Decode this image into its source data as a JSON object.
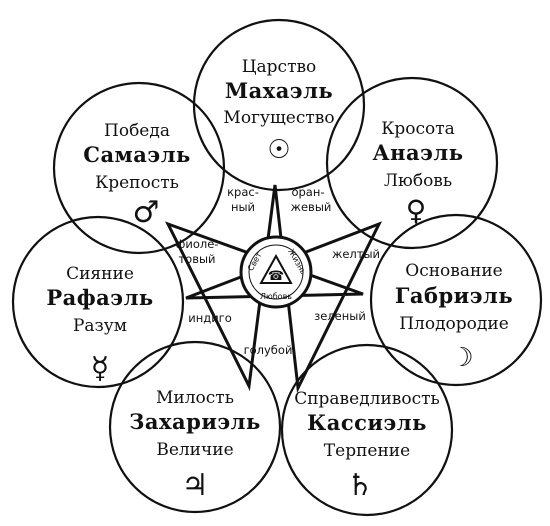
{
  "circles": [
    {
      "id": "top",
      "virtue": "Царство",
      "angel": "Махаэль",
      "quality": "Могущество",
      "symbol": "☉",
      "symbol_name": "sun-symbol-icon"
    },
    {
      "id": "top-right",
      "virtue": "Кросота",
      "angel": "Анаэль",
      "quality": "Любовь",
      "symbol": "♀",
      "symbol_name": "venus-symbol-icon"
    },
    {
      "id": "right",
      "virtue": "Основание",
      "angel": "Габриэль",
      "quality": "Плодородие",
      "symbol": "☽",
      "symbol_name": "moon-symbol-icon"
    },
    {
      "id": "bottom-right",
      "virtue": "Справедливость",
      "angel": "Кассиэль",
      "quality": "Терпение",
      "symbol": "♄",
      "symbol_name": "saturn-symbol-icon"
    },
    {
      "id": "bottom-left",
      "virtue": "Милость",
      "angel": "Захариэль",
      "quality": "Величие",
      "symbol": "♃",
      "symbol_name": "jupiter-symbol-icon"
    },
    {
      "id": "left",
      "virtue": "Сияние",
      "angel": "Рафаэль",
      "quality": "Разум",
      "symbol": "☿",
      "symbol_name": "mercury-symbol-icon"
    },
    {
      "id": "top-left",
      "virtue": "Победа",
      "angel": "Самаэль",
      "quality": "Крепость",
      "symbol": "♂",
      "symbol_name": "mars-symbol-icon"
    }
  ],
  "colors": {
    "red_1": "крас-",
    "red_2": "ный",
    "orange_1": "оран-",
    "orange_2": "жевый",
    "yellow": "желтый",
    "green": "зеленый",
    "blue": "голубой",
    "indigo": "индиго",
    "violet_1": "фиоле-",
    "violet_2": "товый"
  },
  "center": {
    "word_1": "Свет",
    "word_2": "Жизнь",
    "word_3": "Любовь",
    "symbol": "☎"
  },
  "ink_color": "#111111"
}
